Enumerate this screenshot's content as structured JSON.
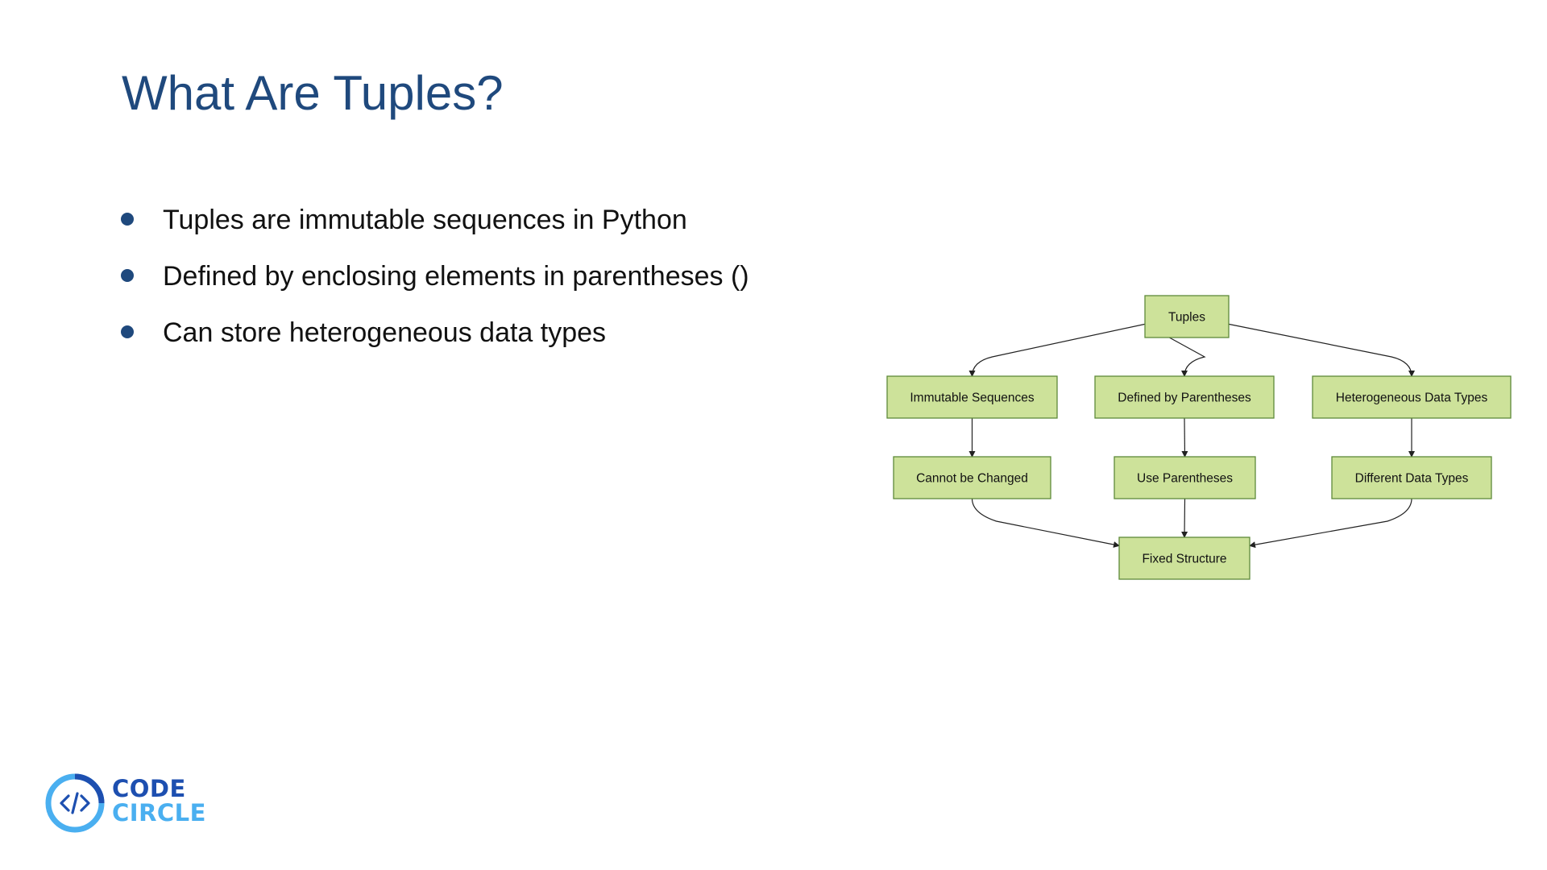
{
  "slide": {
    "title": "What Are Tuples?",
    "bullets": [
      "Tuples are immutable sequences in Python",
      "Defined by enclosing elements in parentheses ()",
      "Can store heterogeneous data types"
    ]
  },
  "diagram": {
    "nodes": [
      {
        "id": "tuples",
        "label": "Tuples"
      },
      {
        "id": "immutable",
        "label": "Immutable Sequences"
      },
      {
        "id": "defined",
        "label": "Defined by Parentheses"
      },
      {
        "id": "hetero",
        "label": "Heterogeneous Data Types"
      },
      {
        "id": "cannot",
        "label": "Cannot be Changed"
      },
      {
        "id": "use",
        "label": "Use Parentheses"
      },
      {
        "id": "different",
        "label": "Different Data Types"
      },
      {
        "id": "fixed",
        "label": "Fixed Structure"
      }
    ],
    "edges": [
      {
        "from": "tuples",
        "to": "immutable"
      },
      {
        "from": "tuples",
        "to": "defined"
      },
      {
        "from": "tuples",
        "to": "hetero"
      },
      {
        "from": "immutable",
        "to": "cannot"
      },
      {
        "from": "defined",
        "to": "use"
      },
      {
        "from": "hetero",
        "to": "different"
      },
      {
        "from": "cannot",
        "to": "fixed"
      },
      {
        "from": "use",
        "to": "fixed"
      },
      {
        "from": "different",
        "to": "fixed"
      }
    ],
    "colors": {
      "node_fill": "#cde29a",
      "node_border": "#5e8a3a",
      "edge": "#222222"
    }
  },
  "logo": {
    "line1": "CODE",
    "line2": "CIRCLE",
    "colors": {
      "dark": "#1d4fb0",
      "light": "#4aaff0"
    }
  }
}
